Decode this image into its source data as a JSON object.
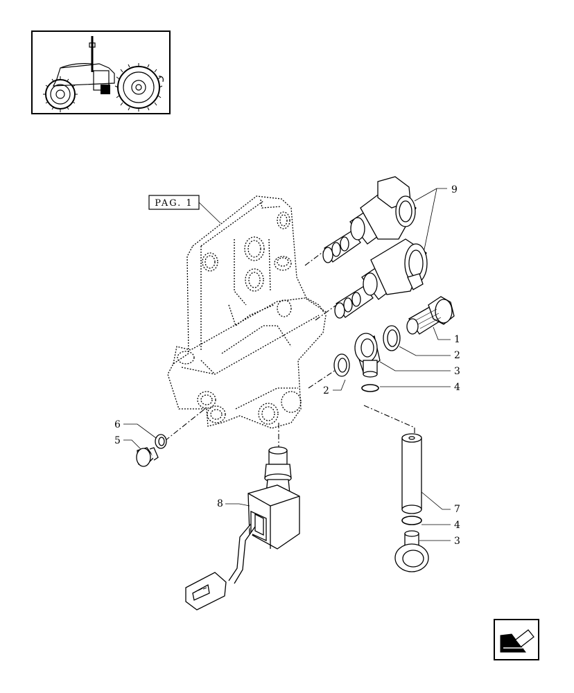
{
  "reference": {
    "label": "PAG. 1"
  },
  "callouts": {
    "c1": "1",
    "c2a": "2",
    "c2b": "2",
    "c3a": "3",
    "c3b": "3",
    "c4a": "4",
    "c4b": "4",
    "c5": "5",
    "c6": "6",
    "c7": "7",
    "c8": "8",
    "c9": "9"
  },
  "icons": {
    "thumbnail": "tractor-thumbnail-icon",
    "navigation": "back-arrow-icon"
  }
}
